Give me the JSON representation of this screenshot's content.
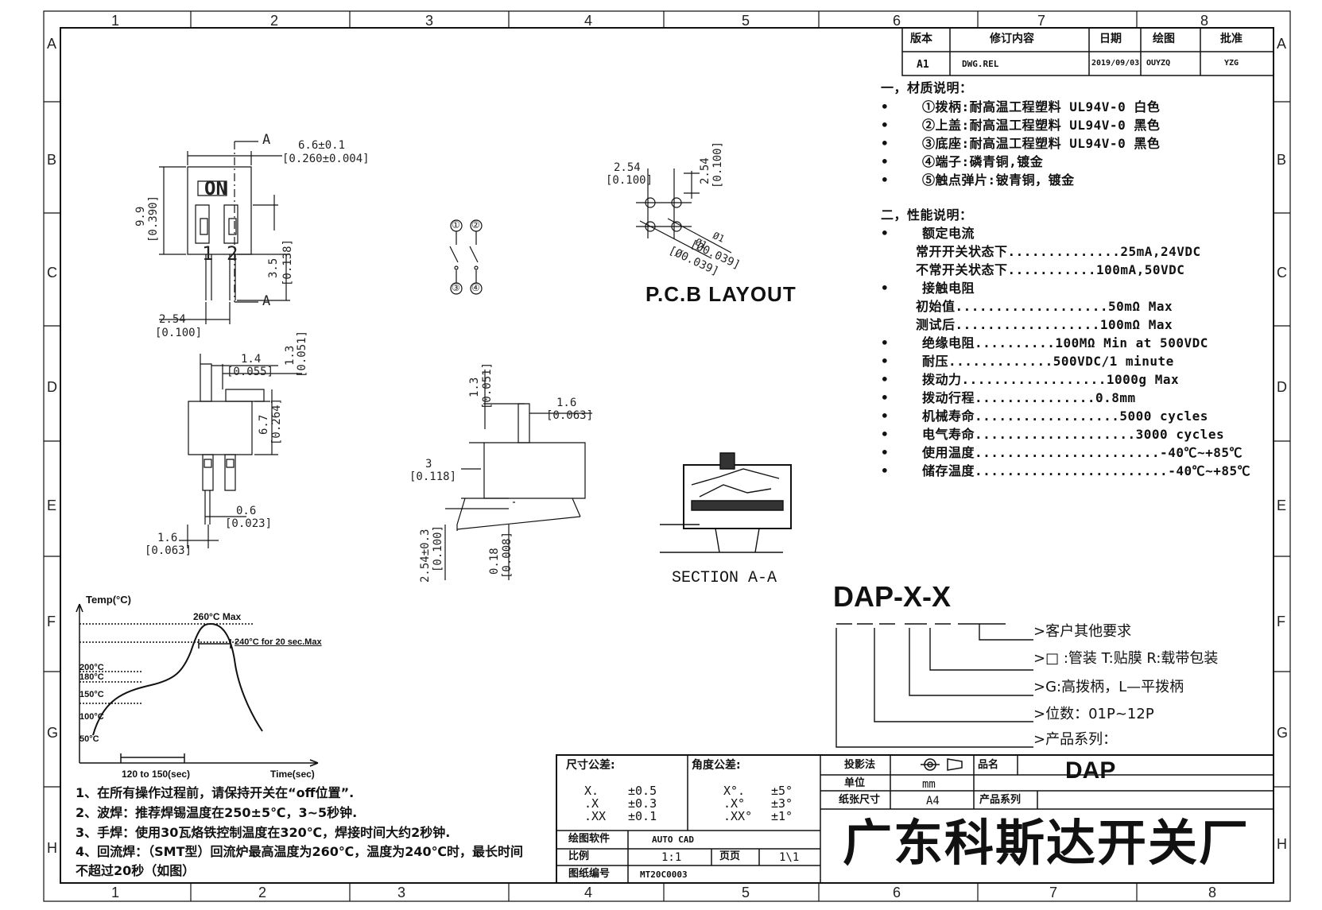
{
  "frame": {
    "cols_top": [
      "1",
      "2",
      "3",
      "4",
      "5",
      "6",
      "7",
      "8"
    ],
    "cols_bottom": [
      "1",
      "2",
      "3",
      "4",
      "5",
      "6",
      "7",
      "8"
    ],
    "rows": [
      "A",
      "B",
      "C",
      "D",
      "E",
      "F",
      "G",
      "H"
    ]
  },
  "revision_table": {
    "headers": [
      "版本",
      "修订内容",
      "日期",
      "绘图",
      "批准"
    ],
    "row": [
      "A1",
      "DWG.REL",
      "2019/09/03",
      "OUYZQ",
      "YZG"
    ]
  },
  "materials": {
    "heading": "一，材质说明：",
    "items": [
      "①拨柄:耐高温工程塑料 UL94V-0 白色",
      "②上盖:耐高温工程塑料 UL94V-0 黑色",
      "③底座:耐高温工程塑料 UL94V-0 黑色",
      "④端子:磷青铜,镀金",
      "⑤触点弹片:铍青铜，镀金"
    ]
  },
  "performance": {
    "heading": "二，性能说明：",
    "rated_current": "额定电流",
    "on_state": "常开开关状态下..............25mA,24VDC",
    "off_state": "不常开关状态下...........100mA,50VDC",
    "contact_resistance": "接触电阻",
    "initial": "初始值...................50mΩ  Max",
    "after_test": "测试后..................100mΩ  Max",
    "items": [
      "绝缘电阻..........100MΩ  Min at 500VDC",
      "耐压.............500VDC/1 minute",
      "拨动力..................1000g Max",
      "拨动行程...............0.8mm",
      "机械寿命..................5000 cycles",
      "电气寿命....................3000 cycles",
      "使用温度.......................-40℃~+85℃",
      "储存温度........................-40℃~+85℃"
    ]
  },
  "top_view": {
    "section_mark": "A",
    "width_dim": "6.6±0.1",
    "width_dim_in": "[0.260±0.004]",
    "height_dim": "9.9",
    "height_dim_in": "[0.390]",
    "on_label": "ON",
    "pos_labels": [
      "1",
      "2"
    ],
    "pin_len": "3.5",
    "pin_len_in": "[0.138]",
    "pitch": "2.54",
    "pitch_in": "[0.100]"
  },
  "front_view": {
    "d1": "1.4",
    "d1_in": "[0.055]",
    "d2": "1.3",
    "d2_in": "[0.051]",
    "d3": "6.7",
    "d3_in": "[0.264]",
    "d4": "0.6",
    "d4_in": "[0.023]",
    "d5": "1.6",
    "d5_in": "[0.063]"
  },
  "schematic": {
    "labels": [
      "①",
      "②",
      "③",
      "④"
    ]
  },
  "side_view": {
    "d1": "1.3",
    "d1_in": "[0.051]",
    "d2": "1.6",
    "d2_in": "[0.063]",
    "d3": "3",
    "d3_in": "[0.118]",
    "d4": "2.54±0.3",
    "d4_in": "[0.100]",
    "d5": "0.18",
    "d5_in": "[0.008]"
  },
  "pcb": {
    "title": "P.C.B  LAYOUT",
    "pitch_h": "2.54",
    "pitch_h_in": "[0.100]",
    "pitch_v": "2.54",
    "pitch_v_in": "[0.100]",
    "hole": "Ø1",
    "hole_in": "[Ø0.039]",
    "hole2": "Ø1",
    "hole2_in": "[Ø0.039]"
  },
  "section": {
    "title": "SECTION  A-A"
  },
  "ordering": {
    "code": "DAP-X-X",
    "lines": [
      "客户其他要求",
      "□ :管装  T:贴膜   R:载带包装",
      "G:高拨柄，L—平拨柄",
      "位数：01P~12P",
      "产品系列："
    ]
  },
  "reflow_chart": {
    "ylabel": "Temp(°C)",
    "xlabel": "Time(sec)",
    "peak": "260°C Max",
    "dwell": "240°C for 20 sec.Max",
    "ticks": [
      "200°C",
      "180°C",
      "150°C",
      "100°C",
      "50°C"
    ],
    "preheat": "120 to 150(sec)"
  },
  "notes": [
    "1、在所有操作过程前，请保持开关在“off位置”.",
    "2、波焊：推荐焊锡温度在250±5℃，3~5秒钟.",
    "3、手焊：使用30瓦烙铁控制温度在320℃，焊接时间大约2秒钟.",
    "4、回流焊：（SMT型）回流炉最高温度为260℃，温度为240℃时，最长时间",
    "不超过20秒（如图）"
  ],
  "title_block": {
    "dim_tol_label": "尺寸公差:",
    "dim_tol": [
      [
        "X.",
        "±0.5"
      ],
      [
        ".X",
        "±0.3"
      ],
      [
        ".XX",
        "±0.1"
      ]
    ],
    "ang_tol_label": "角度公差:",
    "ang_tol": [
      [
        "X°.",
        "±5°"
      ],
      [
        ".X°",
        "±3°"
      ],
      [
        ".XX°",
        "±1°"
      ]
    ],
    "software_label": "绘图软件",
    "software": "AUTO CAD",
    "scale_label": "比例",
    "scale": "1:1",
    "page_label": "页页",
    "page": "1\\1",
    "drawing_no_label": "图纸编号",
    "drawing_no": "MT20C0003",
    "projection_label": "投影法",
    "unit_label": "单位",
    "unit": "mm",
    "paper_label": "纸张尺寸",
    "paper": "A4",
    "product_label": "品名",
    "product": "DAP",
    "series_label": "产品系列",
    "company": "广东科斯达开关厂"
  }
}
